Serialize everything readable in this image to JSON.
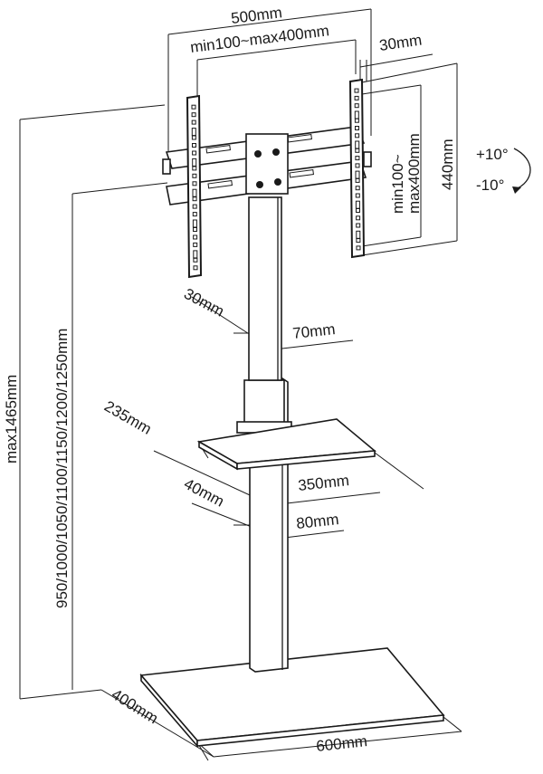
{
  "dims": {
    "total_width": "500mm",
    "vesa_width": "min100~max400mm",
    "bracket_depth": "30mm",
    "bracket_height": "440mm",
    "vesa_height_line1": "min100~",
    "vesa_height_line2": "max400mm",
    "tilt_up": "+10°",
    "tilt_down": "-10°",
    "column_depth_upper": "30mm",
    "column_width_upper": "70mm",
    "shelf_depth": "235mm",
    "shelf_width": "350mm",
    "column_depth_lower": "40mm",
    "column_width_lower": "80mm",
    "max_height": "max1465mm",
    "height_options": "950/1000/1050/1100/1150/1200/1250mm",
    "base_depth": "400mm",
    "base_width": "600mm"
  },
  "colors": {
    "line": "#1a1a1a",
    "background": "#ffffff"
  }
}
